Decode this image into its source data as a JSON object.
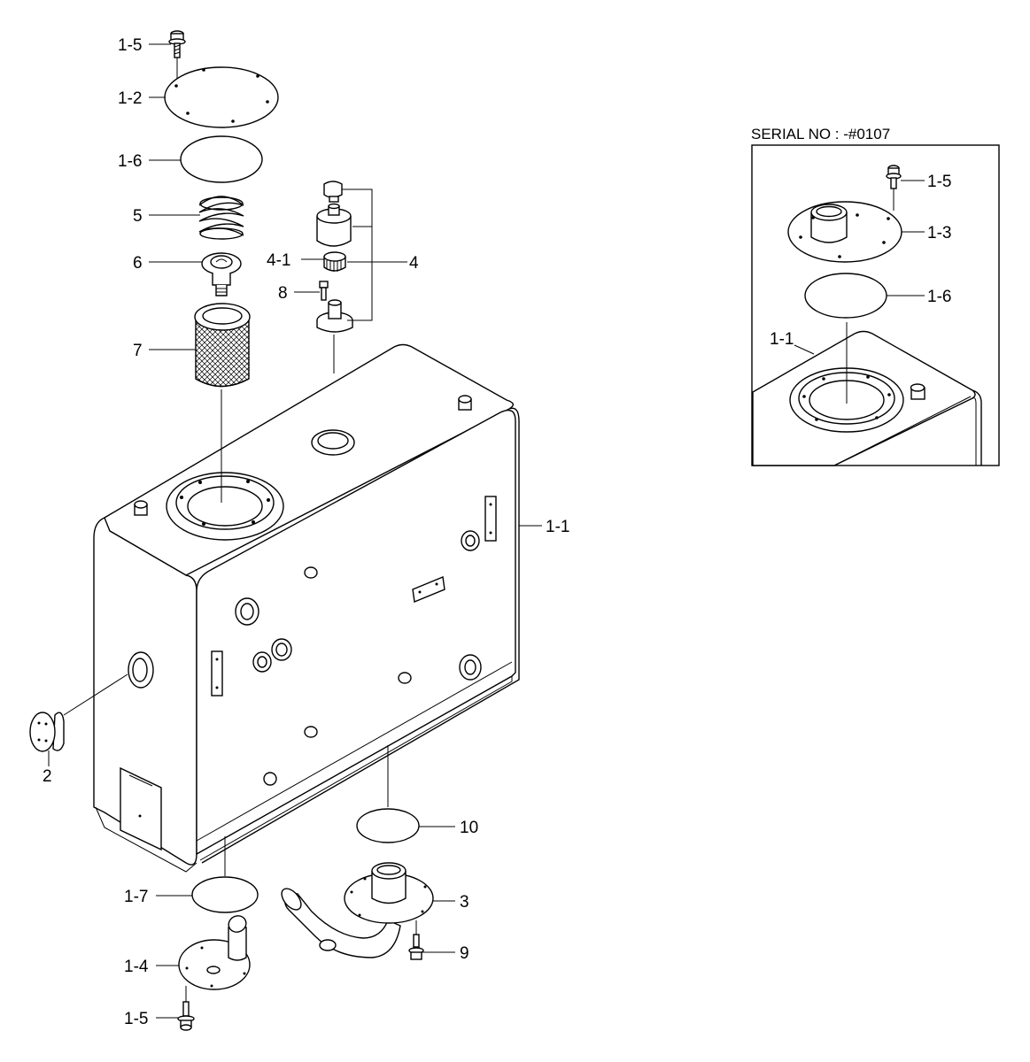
{
  "inset": {
    "caption": "SERIAL NO : -#0107"
  },
  "labels": {
    "l1_5_top": "1-5",
    "l1_2": "1-2",
    "l1_6": "1-6",
    "l5": "5",
    "l6": "6",
    "l7": "7",
    "l4_1": "4-1",
    "l4": "4",
    "l8": "8",
    "l1_1": "1-1",
    "l2": "2",
    "l10": "10",
    "l1_7": "1-7",
    "l3": "3",
    "l9": "9",
    "l1_4": "1-4",
    "l1_5_bottom": "1-5",
    "in1_5": "1-5",
    "in1_3": "1-3",
    "in1_6": "1-6",
    "in1_1": "1-1"
  }
}
